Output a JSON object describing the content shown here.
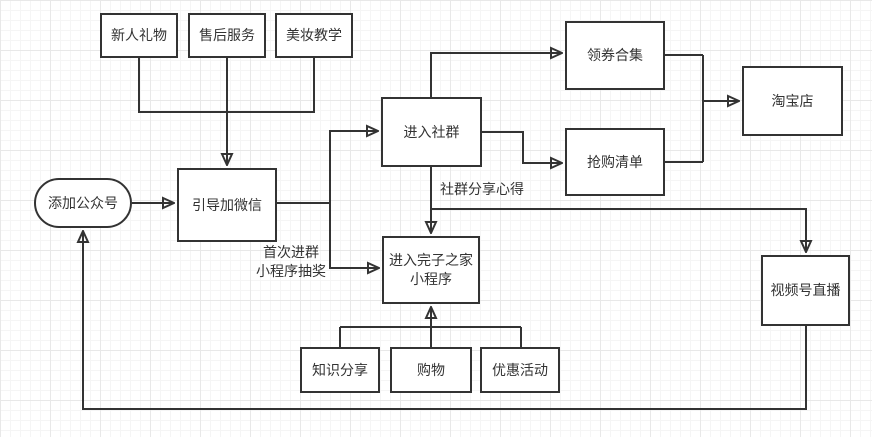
{
  "diagram": {
    "nodes": {
      "new_user_gift": {
        "label": "新人礼物"
      },
      "after_sales_service": {
        "label": "售后服务"
      },
      "beauty_teaching": {
        "label": "美妆教学"
      },
      "add_official_account": {
        "label": "添加公众号"
      },
      "guide_add_wechat": {
        "label": "引导加微信"
      },
      "enter_community": {
        "label": "进入社群"
      },
      "coupon_collection": {
        "label": "领券合集"
      },
      "rush_purchase_list": {
        "label": "抢购清单"
      },
      "taobao_store": {
        "label": "淘宝店"
      },
      "enter_wanzi_home_miniprogram": {
        "label": "进入完子之家\n小程序"
      },
      "video_channel_live": {
        "label": "视频号直播"
      },
      "knowledge_sharing": {
        "label": "知识分享"
      },
      "shopping": {
        "label": "购物"
      },
      "promo_activities": {
        "label": "优惠活动"
      }
    },
    "edge_labels": {
      "community_sharing": "社群分享心得",
      "first_join_lottery": "首次进群\n小程序抽奖"
    },
    "style": {
      "stroke_color": "#333333",
      "text_color": "#333333",
      "node_fill": "#ffffff",
      "grid_minor_color": "#f5f5f5",
      "grid_major_color": "#e8e8e8",
      "canvas_bg": "#ffffff"
    }
  }
}
